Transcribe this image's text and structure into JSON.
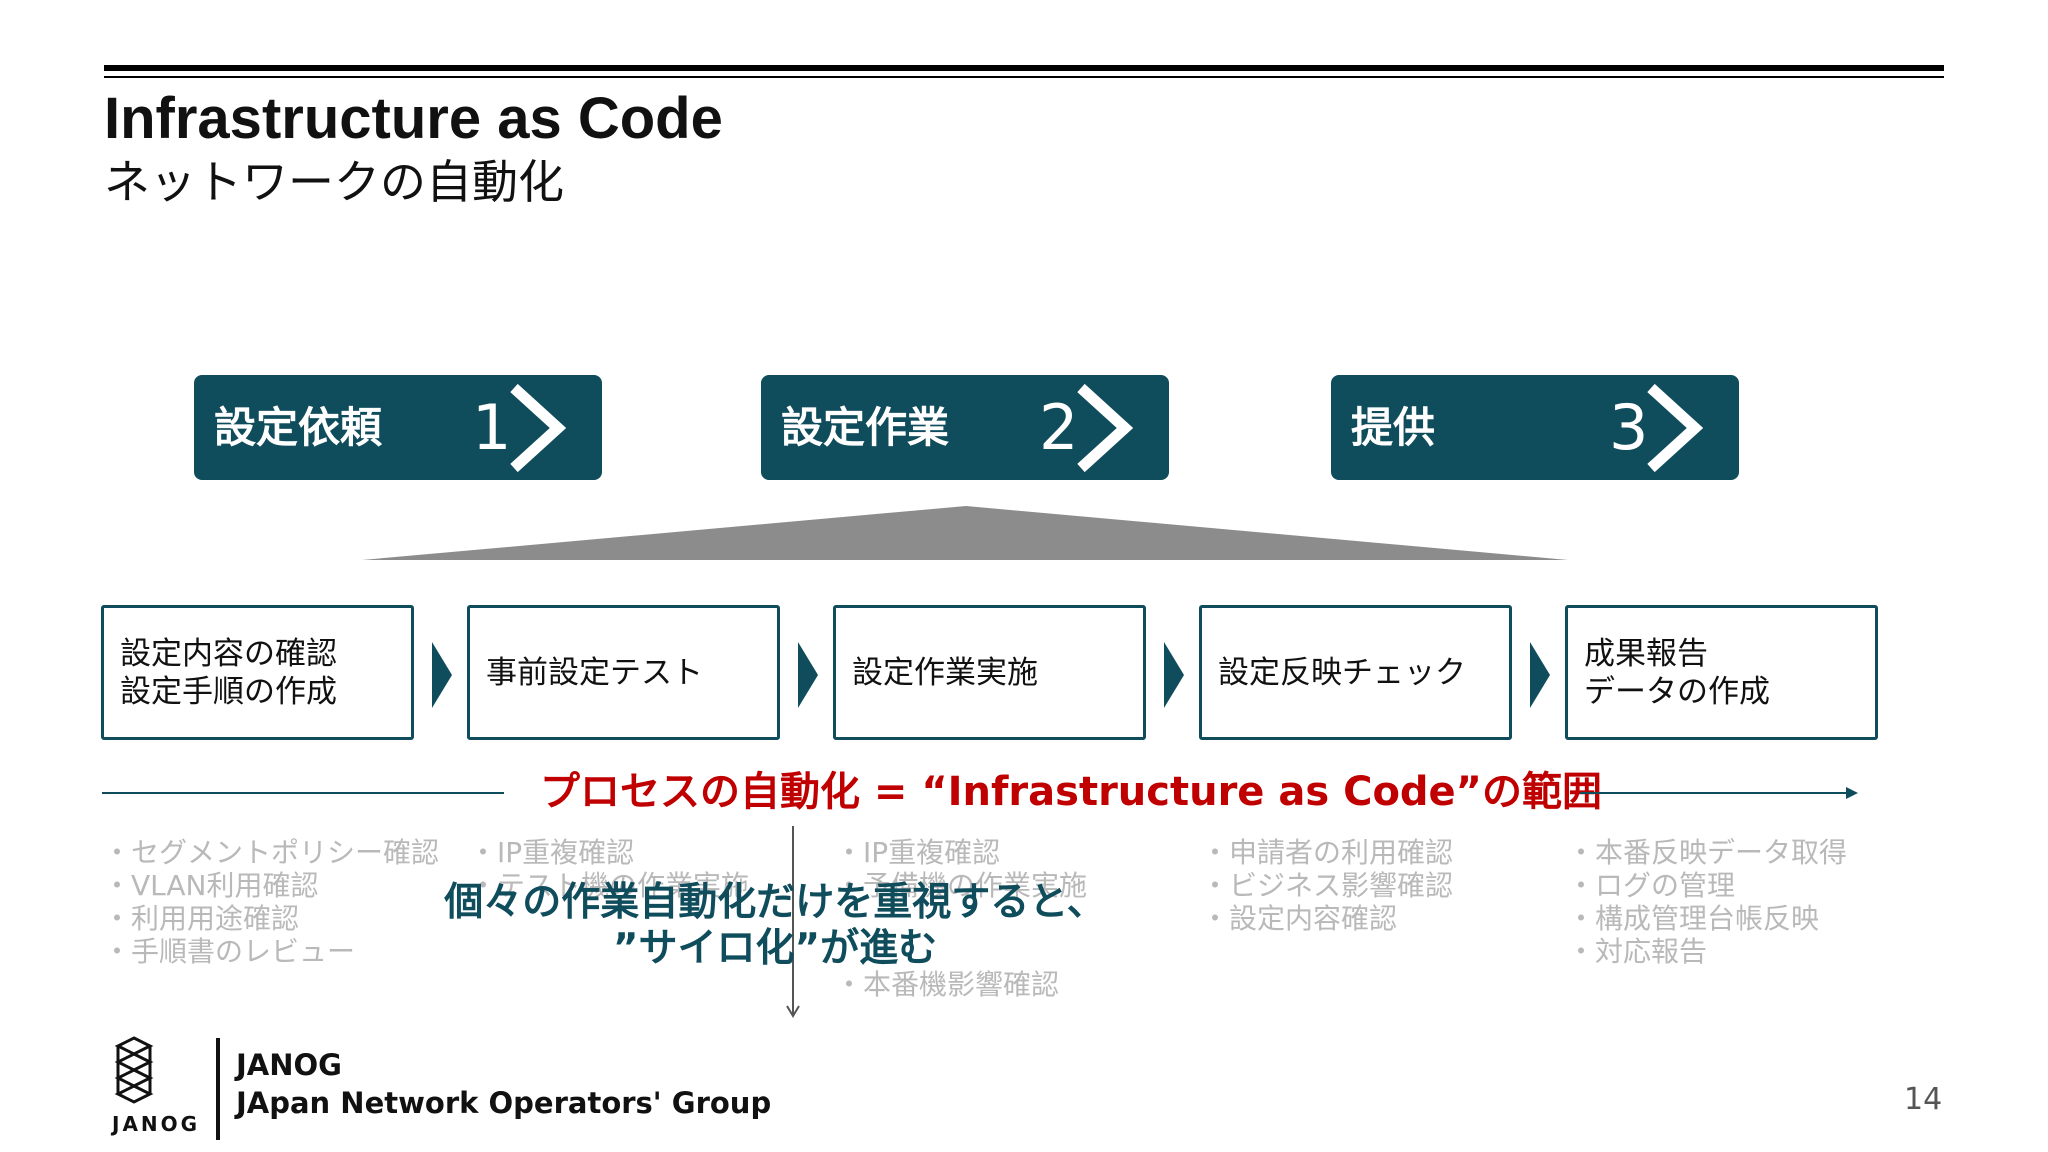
{
  "slide": {
    "title": "Infrastructure as Code",
    "subtitle": "ネットワークの自動化",
    "page_number": "14"
  },
  "phases": [
    {
      "label": "設定依頼",
      "number": "1"
    },
    {
      "label": "設定作業",
      "number": "2"
    },
    {
      "label": "提供",
      "number": "3"
    }
  ],
  "steps": [
    {
      "text": "設定内容の確認\n設定手順の作成"
    },
    {
      "text": "事前設定テスト"
    },
    {
      "text": "設定作業実施"
    },
    {
      "text": "設定反映チェック"
    },
    {
      "text": "成果報告\nデータの作成"
    }
  ],
  "scope_label": "プロセスの自動化 = “Infrastructure as Code”の範囲",
  "task_lists": [
    [
      "・セグメントポリシー確認",
      "・VLAN利用確認",
      "・利用用途確認",
      "・手順書のレビュー"
    ],
    [
      "・IP重複確認",
      "・テスト機の作業実施"
    ],
    [
      "・IP重複確認",
      "・予備機の作業実施",
      "",
      "",
      "・本番機影響確認"
    ],
    [
      "・申請者の利用確認",
      "・ビジネス影響確認",
      "・設定内容確認"
    ],
    [
      "・本番反映データ取得",
      "・ログの管理",
      "・構成管理台帳反映",
      "・対応報告"
    ]
  ],
  "callout": "個々の作業自動化だけを重視すると、\n”サイロ化”が進む",
  "footer": {
    "logo_text": "JANOG",
    "org_short": "JANOG",
    "org_full": "JApan Network Operators' Group"
  },
  "colors": {
    "primary": "#0f4c5c",
    "accent_red": "#c00000",
    "muted_text": "#b9b9b9",
    "fan_gray": "#8c8c8c"
  }
}
